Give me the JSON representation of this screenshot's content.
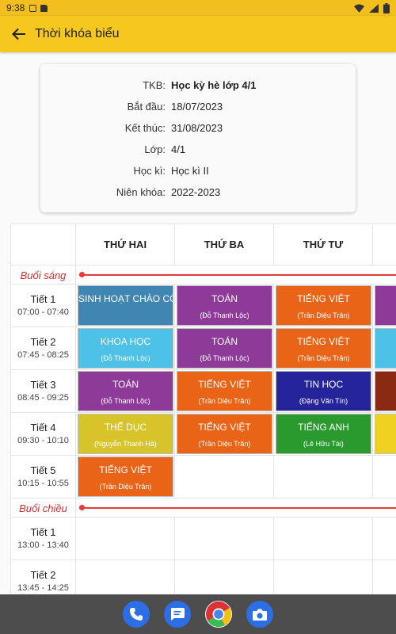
{
  "status_bar": {
    "time": "9:38"
  },
  "app_bar": {
    "title": "Thời khóa biểu"
  },
  "info": {
    "rows": [
      {
        "label": "TKB:",
        "value": "Học kỳ hè lớp 4/1",
        "bold": true
      },
      {
        "label": "Bắt đầu:",
        "value": "18/07/2023"
      },
      {
        "label": "Kết thúc:",
        "value": "31/08/2023"
      },
      {
        "label": "Lớp:",
        "value": "4/1"
      },
      {
        "label": "Học kì:",
        "value": "Học kì II"
      },
      {
        "label": "Niên khóa:",
        "value": "2022-2023"
      }
    ]
  },
  "timetable": {
    "days": [
      "THỨ HAI",
      "THỨ BA",
      "THỨ TƯ"
    ],
    "sessions": [
      {
        "name": "Buổi sáng",
        "periods": [
          {
            "name": "Tiết 1",
            "time": "07:00 - 07:40"
          },
          {
            "name": "Tiết 2",
            "time": "07:45 - 08:25"
          },
          {
            "name": "Tiết 3",
            "time": "08:45 - 09:25"
          },
          {
            "name": "Tiết 4",
            "time": "09:30 - 10:10"
          },
          {
            "name": "Tiết 5",
            "time": "10:15 - 10:55"
          }
        ]
      },
      {
        "name": "Buổi chiều",
        "periods": [
          {
            "name": "Tiết 1",
            "time": "13:00 - 13:40"
          },
          {
            "name": "Tiết 2",
            "time": "13:45 - 14:25"
          }
        ]
      }
    ],
    "lessons": [
      {
        "session": 0,
        "period": 0,
        "day": 0,
        "subject": "SINH HOẠT CHÀO CỜ",
        "teacher": "",
        "color": "#3f86b3"
      },
      {
        "session": 0,
        "period": 0,
        "day": 1,
        "subject": "TOÁN",
        "teacher": "(Đỗ Thanh Lộc)",
        "color": "#8e3a99"
      },
      {
        "session": 0,
        "period": 0,
        "day": 2,
        "subject": "TIẾNG VIỆT",
        "teacher": "(Trần Diệu Trân)",
        "color": "#ea6417"
      },
      {
        "session": 0,
        "period": 1,
        "day": 0,
        "subject": "KHOA HỌC",
        "teacher": "(Đỗ Thanh Lộc)",
        "color": "#4dc1e8"
      },
      {
        "session": 0,
        "period": 1,
        "day": 1,
        "subject": "TOÁN",
        "teacher": "(Đỗ Thanh Lộc)",
        "color": "#8e3a99"
      },
      {
        "session": 0,
        "period": 1,
        "day": 2,
        "subject": "TIẾNG VIỆT",
        "teacher": "(Trần Diệu Trân)",
        "color": "#ea6417"
      },
      {
        "session": 0,
        "period": 2,
        "day": 0,
        "subject": "TOÁN",
        "teacher": "(Đỗ Thanh Lộc)",
        "color": "#8e3a99"
      },
      {
        "session": 0,
        "period": 2,
        "day": 1,
        "subject": "TIẾNG VIỆT",
        "teacher": "(Trần Diệu Trân)",
        "color": "#ea6417"
      },
      {
        "session": 0,
        "period": 2,
        "day": 2,
        "subject": "TIN HỌC",
        "teacher": "(Đặng Văn Tín)",
        "color": "#26249b"
      },
      {
        "session": 0,
        "period": 3,
        "day": 0,
        "subject": "THỂ DỤC",
        "teacher": "(Nguyễn Thanh Hà)",
        "color": "#d7c42a"
      },
      {
        "session": 0,
        "period": 3,
        "day": 1,
        "subject": "TIẾNG VIỆT",
        "teacher": "(Trần Diệu Trân)",
        "color": "#ea6417"
      },
      {
        "session": 0,
        "period": 3,
        "day": 2,
        "subject": "TIẾNG ANH",
        "teacher": "(Lê Hữu Tài)",
        "color": "#2a9a2e"
      },
      {
        "session": 0,
        "period": 4,
        "day": 0,
        "subject": "TIẾNG VIỆT",
        "teacher": "(Trần Diệu Trân)",
        "color": "#ea6417"
      }
    ],
    "partial_fourth_column": [
      "#8e3a99",
      "#4dc1e8",
      "#8a2a12",
      "#f0d020"
    ]
  },
  "dock": {
    "icons": [
      {
        "name": "phone-app-icon",
        "color": "#2b6ee6"
      },
      {
        "name": "messages-app-icon",
        "color": "#2b6ee6"
      },
      {
        "name": "chrome-app-icon",
        "color": "#ffffff"
      },
      {
        "name": "camera-app-icon",
        "color": "#2b6ee6"
      }
    ]
  }
}
